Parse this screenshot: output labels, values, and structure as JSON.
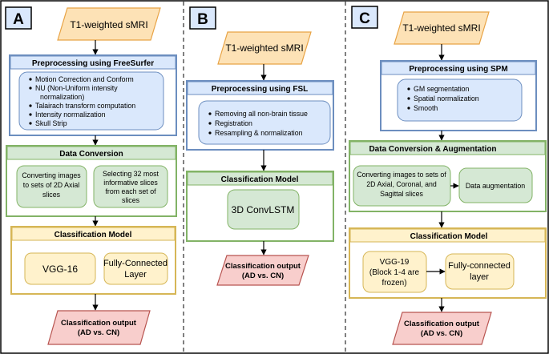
{
  "panels": [
    {
      "letter": "A",
      "input": "T1-weighted sMRI",
      "preprocessing": {
        "title": "Preprocessing using FreeSurfer",
        "items": [
          "Motion Correction and Conform",
          "NU (Non-Uniform intensity",
          "normalization)",
          "Talairach transform computation",
          "Intensity normalization",
          "Skull Strip"
        ]
      },
      "conversion": {
        "title": "Data Conversion",
        "box1": [
          "Converting images",
          "to sets of 2D Axial",
          "slices"
        ],
        "box2": [
          "Selecting 32 most",
          "informative slices",
          "from each set of",
          "slices"
        ]
      },
      "classification": {
        "title": "Classification Model",
        "box1": "VGG-16",
        "box2": [
          "Fully-Connected",
          "Layer"
        ]
      },
      "output": [
        "Classification output",
        "(AD vs. CN)"
      ]
    },
    {
      "letter": "B",
      "input": "T1-weighted sMRI",
      "preprocessing": {
        "title": "Preprocessing using FSL",
        "items": [
          "Removing all non-brain tissue",
          "Registration",
          "Resampling & normalization"
        ]
      },
      "classification": {
        "title": "Classification Model",
        "box1": "3D ConvLSTM"
      },
      "output": [
        "Classification output",
        "(AD vs. CN)"
      ]
    },
    {
      "letter": "C",
      "input": "T1-weighted sMRI",
      "preprocessing": {
        "title": "Preprocessing using SPM",
        "items": [
          "GM segmentation",
          "Spatial normalization",
          "Smooth"
        ]
      },
      "conversion": {
        "title": "Data Conversion & Augmentation",
        "box1": [
          "Converting images to sets of",
          "2D Axial, Coronal, and",
          "Sagittal slices"
        ],
        "box2": "Data augmentation"
      },
      "classification": {
        "title": "Classification Model",
        "box1": [
          "VGG-19",
          "(Block 1-4 are",
          "frozen)"
        ],
        "box2": [
          "Fully-connected",
          "layer"
        ]
      },
      "output": [
        "Classification output",
        "(AD vs. CN)"
      ]
    }
  ],
  "colors": {
    "orange_fill": "#fde2b6",
    "orange_stroke": "#e8a345",
    "blue_fill": "#dae8fc",
    "blue_stroke": "#6c8ebf",
    "green_fill": "#d5e8d4",
    "green_stroke": "#82b366",
    "yellow_fill": "#fff2cc",
    "yellow_stroke": "#d6b656",
    "red_fill": "#f8cecc",
    "red_stroke": "#b85450",
    "badge_fill": "#dae8fc"
  }
}
